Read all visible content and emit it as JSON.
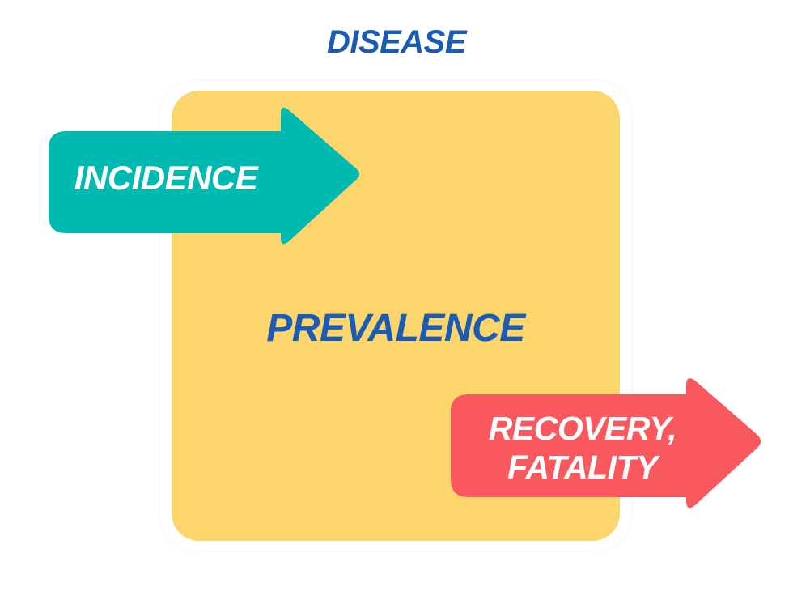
{
  "diagram": {
    "title": "DISEASE",
    "center_label": "PREVALENCE",
    "arrows": {
      "incidence": {
        "label": "INCIDENCE",
        "color": "#00b9b1",
        "direction": "into the box"
      },
      "outflow": {
        "label_line1": "RECOVERY,",
        "label_line2": "FATALITY",
        "color": "#f9585e",
        "direction": "out of the box"
      }
    },
    "colors": {
      "title": "#1a5cb5",
      "box": "#fcd56d",
      "label_text": "#ffffff"
    }
  }
}
